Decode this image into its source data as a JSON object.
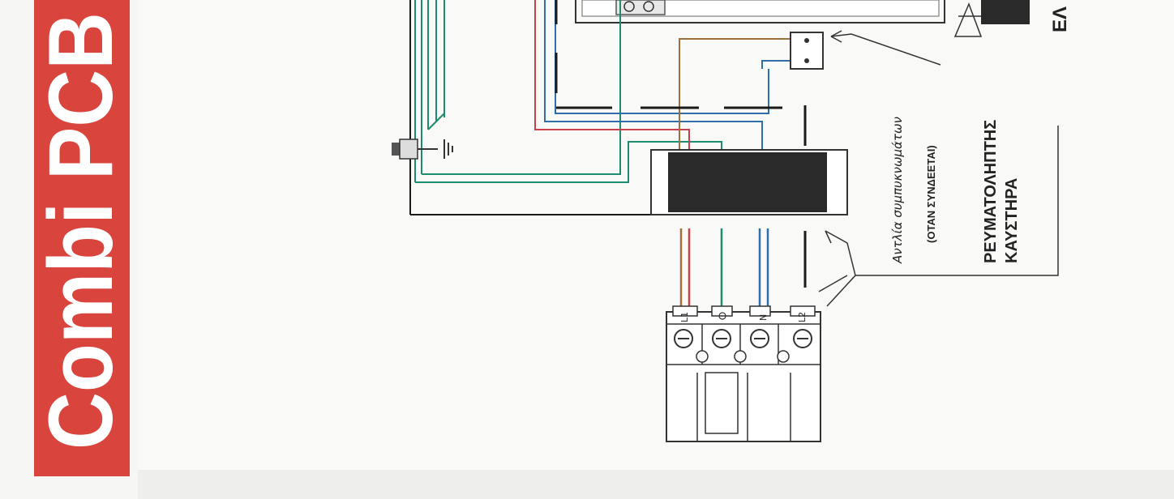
{
  "banner": {
    "text": "Combi PCB",
    "background": "#d9443c",
    "text_color": "#ffffff"
  },
  "labels": {
    "pump_capacitors": "Αντλία συμπυκνωμάτων",
    "when_connected": "(ΟΤΑΝ ΣΥΝΔΕΕΤΑΙ)",
    "current_meter_line1": "ΡΕΥΜΑΤΟΛΗΠΤΗΣ",
    "current_meter_line2": "ΚΑΥΣΤΗΡΑ",
    "cut_text": "ΕΛ"
  },
  "terminal": {
    "l1": "L1",
    "n": "N",
    "l2": "L2"
  },
  "wire_colors": {
    "brown": "#a0703c",
    "red": "#c8404a",
    "green": "#1e8c6e",
    "blue": "#2f6ea8",
    "black": "#1a1a1a"
  }
}
